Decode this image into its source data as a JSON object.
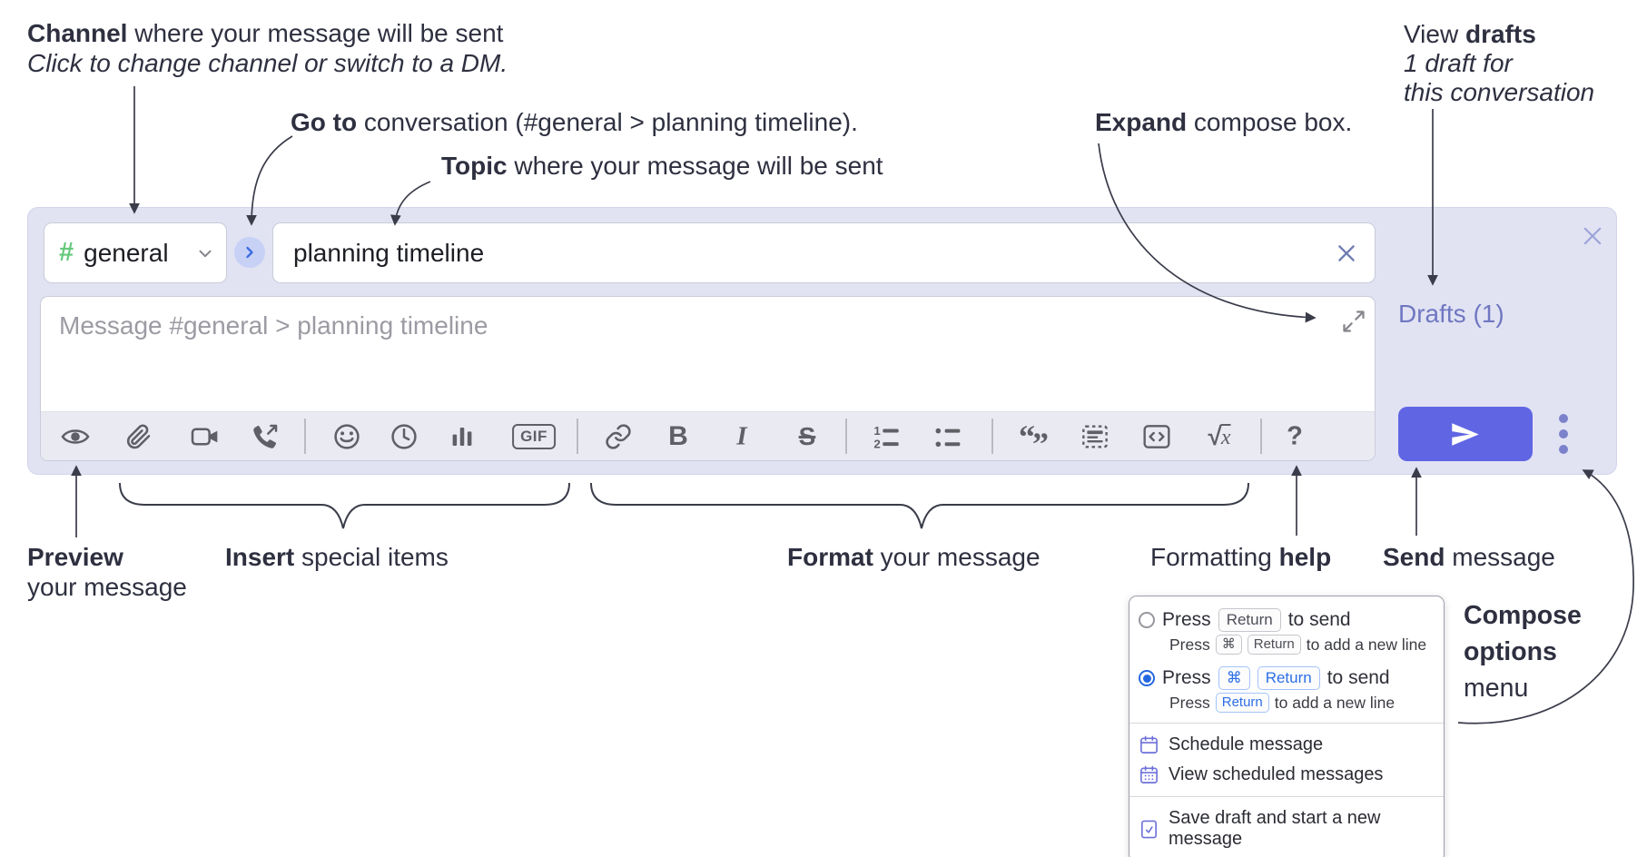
{
  "colors": {
    "panel_bg": "#e1e3f3",
    "send_button": "#6065e3",
    "drafts_link": "#7077c1",
    "channel_hash_green": "#65c97c",
    "go_button_bg": "#c7d1f6",
    "go_chevron_blue": "#3d6ce2",
    "selected_radio_blue": "#2468e0",
    "menu_icon_purple": "#6d71d9",
    "toolbar_icon_gray": "#5f5f66",
    "annotation_ink": "#2e3040"
  },
  "annotations": {
    "channel_line1_bold": "Channel",
    "channel_line1_rest": " where your message will be sent",
    "channel_line2": "Click to change channel or switch to a DM.",
    "goto_bold": "Go to",
    "goto_rest": " conversation (#general > planning timeline).",
    "topic_bold": "Topic",
    "topic_rest": " where your message will be sent",
    "expand_bold": "Expand",
    "expand_rest": " compose box.",
    "drafts_line1_pre": "View ",
    "drafts_line1_bold": "drafts",
    "drafts_line2": "1 draft for",
    "drafts_line3": "this conversation",
    "preview_bold": "Preview",
    "preview_line2": "your message",
    "insert_bold": "Insert",
    "insert_rest": " special items",
    "format_bold": "Format",
    "format_rest": " your message",
    "help_pre": "Formatting ",
    "help_bold": "help",
    "send_bold": "Send",
    "send_rest": " message",
    "compose_line1": "Compose",
    "compose_line2": "options",
    "compose_line3": "menu"
  },
  "compose": {
    "channel_hash": "#",
    "channel_name": "general",
    "topic_value": "planning timeline",
    "message_placeholder": "Message #general > planning timeline",
    "drafts_label": "Drafts (1)"
  },
  "toolbar": {
    "gif": "GIF",
    "bold": "B",
    "italic": "I",
    "strike": "S",
    "quote_open": "“",
    "quote_close": "”",
    "math_root": "√",
    "math_var": "x",
    "help": "?",
    "ol_1": "1",
    "ol_2": "2"
  },
  "options_menu": {
    "option1": {
      "press": "Press",
      "key": "Return",
      "suffix": "to send",
      "sub_press": "Press",
      "sub_key1": "⌘",
      "sub_key2": "Return",
      "sub_suffix": "to add a new line"
    },
    "option2": {
      "press": "Press",
      "key1": "⌘",
      "key2": "Return",
      "suffix": "to send",
      "sub_press": "Press",
      "sub_key": "Return",
      "sub_suffix": "to add a new line"
    },
    "items": [
      {
        "label": "Schedule message"
      },
      {
        "label": "View scheduled messages"
      },
      {
        "label": "Save draft and start a new message"
      }
    ]
  }
}
